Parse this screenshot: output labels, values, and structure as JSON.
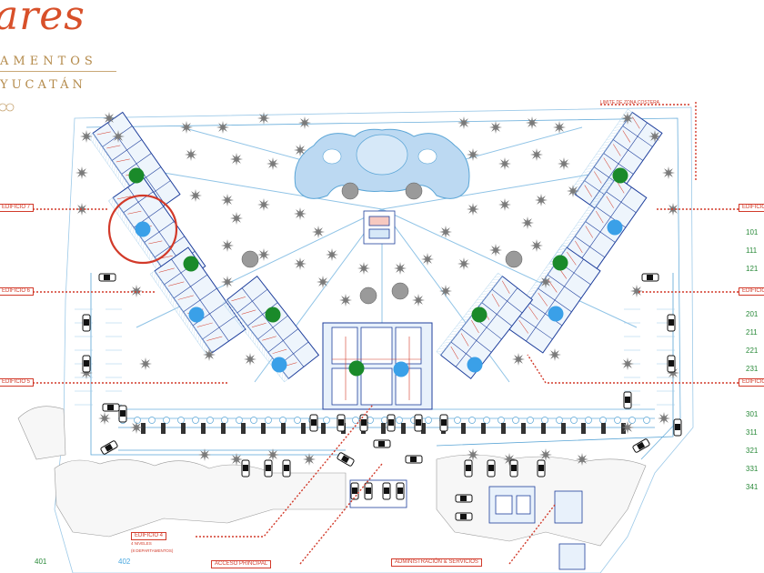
{
  "brand": {
    "script_text": "ares",
    "sub_text": "AMENTOS",
    "location_text": "YUCATÁN"
  },
  "labels": {
    "edificio_7": "EDIFICIO 7",
    "edificio_6": "EDIFICIO 6",
    "edificio_5": "EDIFICIO 5",
    "edificio_4": "EDIFICIO 4",
    "edificio_4_sub1": "4 NIVELES",
    "edificio_4_sub2": "(8 DEPARTAMENTOS)",
    "right_edificio_1": "EDIFICIO",
    "right_edificio_2": "EDIFICIO",
    "right_edificio_3": "EDIFICIO",
    "acceso": "ACCESO PRINCIPAL",
    "admin": "ADMINISTRACIÓN & SERVICIOS",
    "top_note": "LIMITE DE ZONA COSTERA"
  },
  "units": {
    "right": [
      "101",
      "111",
      "121",
      "201",
      "211",
      "221",
      "231",
      "301",
      "311",
      "321",
      "331",
      "341"
    ],
    "bottom_green": "401",
    "bottom_blue": "402"
  },
  "colors": {
    "line_blue": "#5aa5d6",
    "tree": "#7a7a7a",
    "red_marker": "#d23a2a",
    "green_dot": "#1a8a2a",
    "blue_dot": "#3aa0e8",
    "pool": "#bcd9f2",
    "brand_orange": "#d8502a",
    "brand_gold": "#b48a4a"
  }
}
